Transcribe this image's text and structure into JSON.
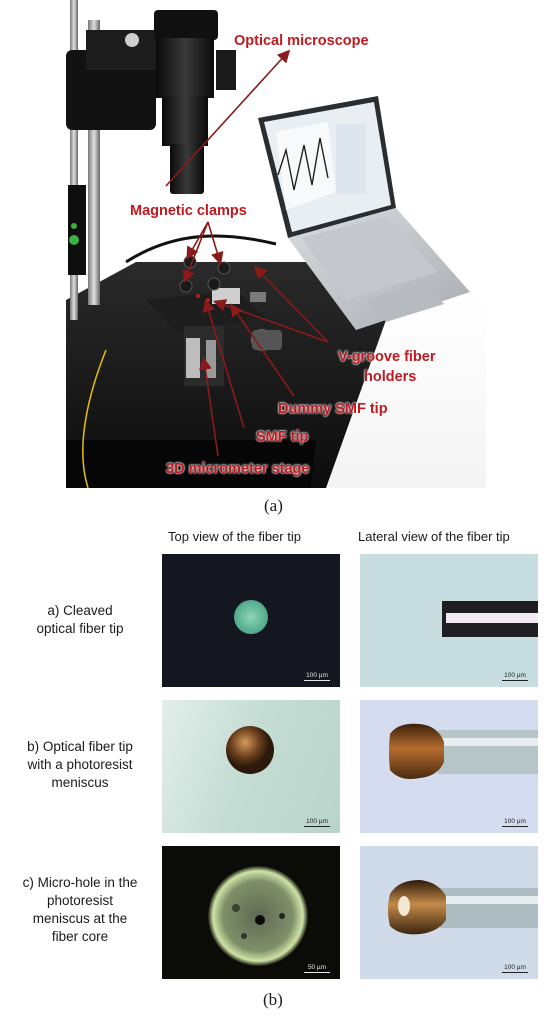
{
  "panel_a": {
    "callouts": {
      "optical_microscope": "Optical microscope",
      "magnetic_clamps": "Magnetic clamps",
      "v_groove_line1": "V-groove fiber",
      "v_groove_line2": "holders",
      "dummy_smf_tip": "Dummy SMF tip",
      "smf_tip": "SMF tip",
      "micrometer_stage": "3D micrometer stage"
    },
    "caption": "(a)"
  },
  "panel_b": {
    "column_headers": {
      "top": "Top view of the fiber tip",
      "lateral": "Lateral view of the fiber tip"
    },
    "rows": [
      {
        "label_lines": [
          "a) Cleaved",
          "optical fiber tip"
        ],
        "top_scale": "100 µm",
        "lateral_scale": "100 µm"
      },
      {
        "label_lines": [
          "b) Optical fiber tip",
          "with a photoresist",
          "meniscus"
        ],
        "top_scale": "100 µm",
        "lateral_scale": "100 µm"
      },
      {
        "label_lines": [
          "c) Micro-hole in the",
          "photoresist",
          "meniscus at the",
          "fiber core"
        ],
        "top_scale": "50 µm",
        "lateral_scale": "100 µm"
      }
    ],
    "caption": "(b)"
  },
  "colors": {
    "callout_red": "#c0191f",
    "arrow_red": "#8b1a1a"
  }
}
